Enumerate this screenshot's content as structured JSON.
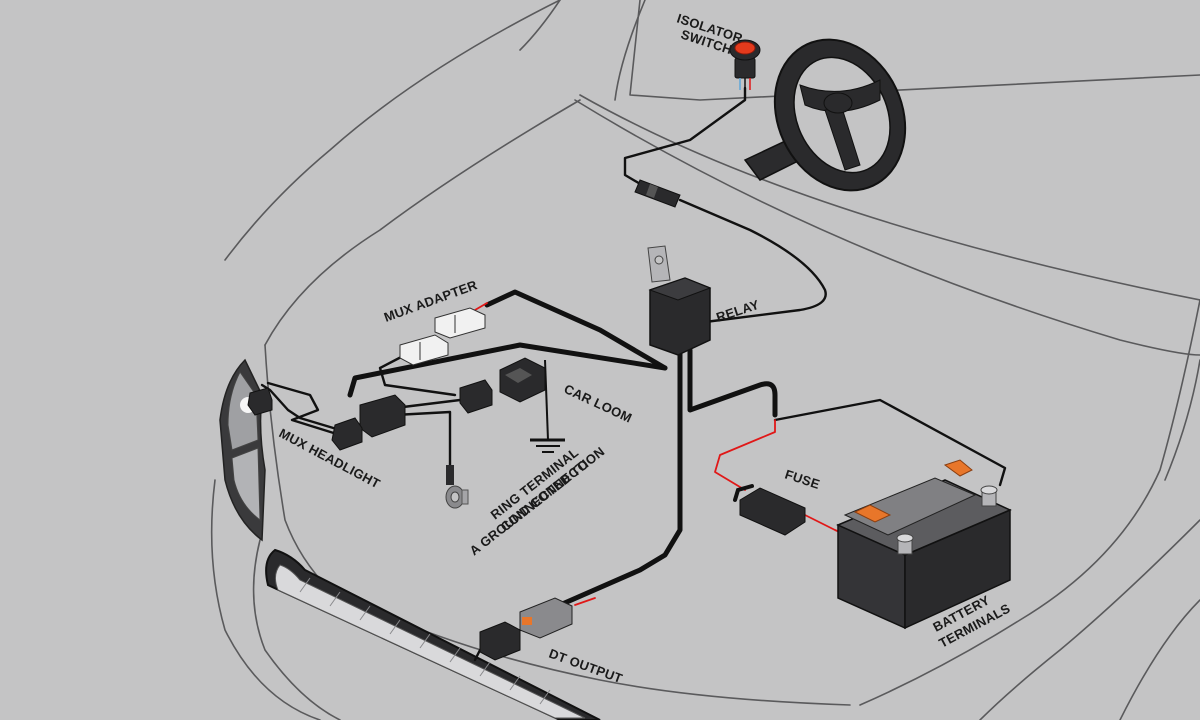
{
  "labels": {
    "isolator_switch": [
      "ISOLATOR",
      "SWITCH"
    ],
    "relay": "RELAY",
    "mux_adapter": "MUX ADAPTER",
    "car_loom": "CAR LOOM",
    "mux_headlight": "MUX HEADLIGHT",
    "ring_terminal": [
      "RING TERMINAL",
      "CONNECTED TO",
      "A GROUND CONNECTION"
    ],
    "fuse": "FUSE",
    "battery_terminals": [
      "BATTERY",
      "TERMINALS"
    ],
    "dt_output": "DT OUTPUT"
  },
  "colors": {
    "background": "#c4c4c5",
    "car_outline": "#5a5a5c",
    "wire": "#111111",
    "positive_wire": "#e01818",
    "accent_terminal": "#e8762a",
    "switch_red": "#e43a1c"
  }
}
